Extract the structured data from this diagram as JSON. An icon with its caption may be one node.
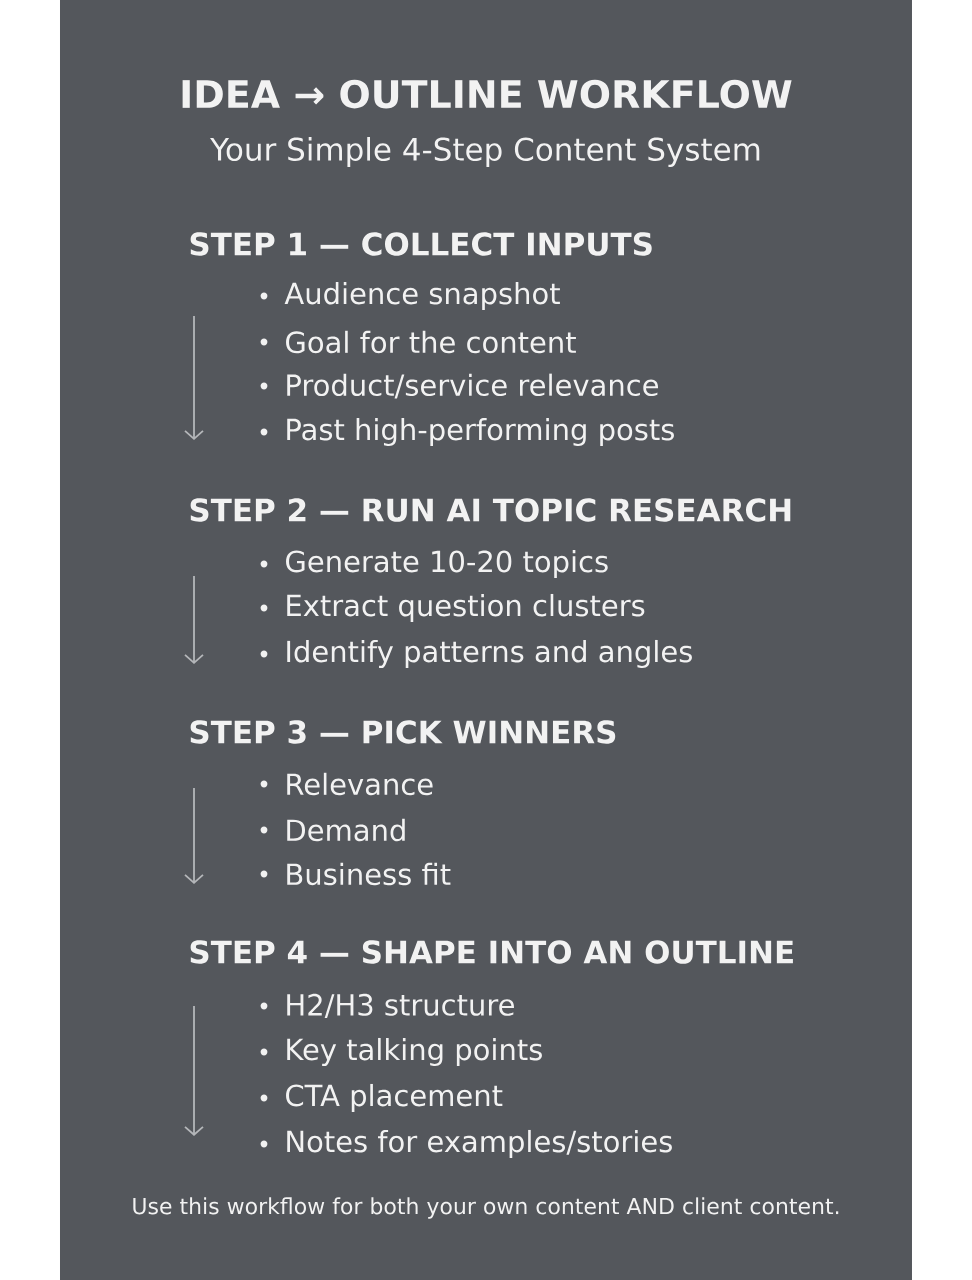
{
  "diagram": {
    "title": "IDEA → OUTLINE WORKFLOW",
    "caption": "Use this workflow for both your own content AND client content.",
    "labels": [
      "Your Simple 4-Step Content System",
      "STEP 1 — COLLECT INPUTS",
      "Audience snapshot",
      "Goal for the content",
      "Product/service relevance",
      "Past high-performing posts",
      "STEP 2 — RUN AI TOPIC RESEARCH",
      "Generate 10-20 topics",
      "Extract question clusters",
      "Identify patterns and angles",
      "STEP 3 — PICK WINNERS",
      "Relevance",
      "Demand",
      "Business fit",
      "STEP 4 — SHAPE INTO AN OUTLINE",
      "H2/H3 structure",
      "Key talking points",
      "CTA placement",
      "Notes for examples/stories"
    ]
  }
}
